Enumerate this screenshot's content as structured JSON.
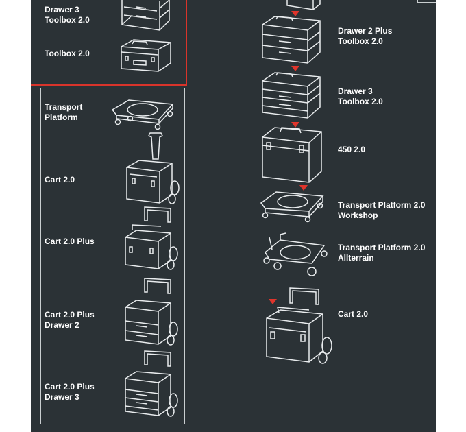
{
  "colors": {
    "background": "#2b3236",
    "line": "#e9ecee",
    "accent_red": "#e0352c",
    "outline": "#c9ced0"
  },
  "left_column": {
    "top_group": {
      "items": [
        {
          "label": "Drawer 3\nToolbox 2.0",
          "icon": "drawer-toolbox-icon"
        },
        {
          "label": "Toolbox 2.0",
          "icon": "toolbox-icon"
        }
      ]
    },
    "cart_group": {
      "items": [
        {
          "label": "Transport\nPlatform",
          "icon": "transport-platform-icon"
        },
        {
          "label": "Cart 2.0",
          "icon": "cart-icon"
        },
        {
          "label": "Cart 2.0 Plus",
          "icon": "cart-plus-icon"
        },
        {
          "label": "Cart 2.0 Plus\nDrawer 2",
          "icon": "cart-drawer2-icon"
        },
        {
          "label": "Cart 2.0 Plus\nDrawer 3",
          "icon": "cart-drawer3-icon"
        }
      ]
    }
  },
  "right_column": {
    "items": [
      {
        "label": "Drawer 2 Plus\nToolbox 2.0",
        "icon": "drawer2-plus-toolbox-icon"
      },
      {
        "label": "Drawer 3\nToolbox 2.0",
        "icon": "drawer3-toolbox-icon"
      },
      {
        "label": "450 2.0",
        "icon": "case-450-icon"
      },
      {
        "label": "Transport Platform 2.0\nWorkshop",
        "icon": "platform-workshop-icon"
      },
      {
        "label": "Transport Platform 2.0\nAllterrain",
        "icon": "platform-allterrain-icon"
      },
      {
        "label": "Cart 2.0",
        "icon": "cart-icon"
      }
    ]
  }
}
